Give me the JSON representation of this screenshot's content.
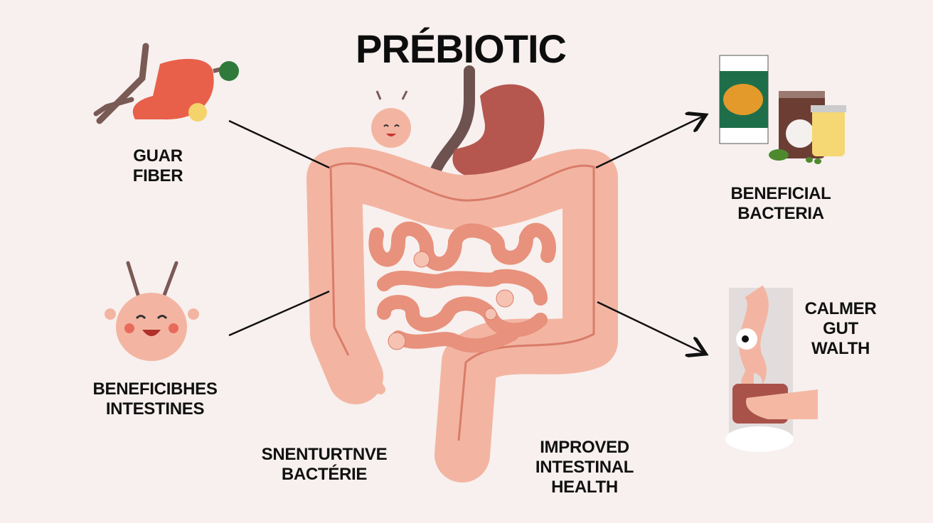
{
  "title": "PRÉBIOTIC",
  "labels": {
    "guar_fiber": [
      "GUAR",
      "FIBER"
    ],
    "beneficial_intestines": [
      "BENEFICIBHES",
      "INTESTINES"
    ],
    "sensitive_bacteria": [
      "SNENTURTNVE",
      "BACTÉRIE"
    ],
    "improved_health": [
      "IMPROVED",
      "INTESTINAL",
      "HEALTH"
    ],
    "beneficial_bacteria": [
      "BENEFICIAL",
      "BACTERIA"
    ],
    "calmer_gut": [
      "CALMER",
      "GUT",
      "WALTH"
    ]
  },
  "colors": {
    "background": "#f7f0ee",
    "colon": "#f3b5a2",
    "colon_line": "#d97c6a",
    "small_intestine": "#e8917c",
    "stomach": "#b5574e",
    "arrow": "#111111"
  },
  "icons": [
    "stomach-icon",
    "bacteria-mascot-icon",
    "prebiotic-products-icon",
    "gut-relief-icon",
    "arrow-icon"
  ]
}
